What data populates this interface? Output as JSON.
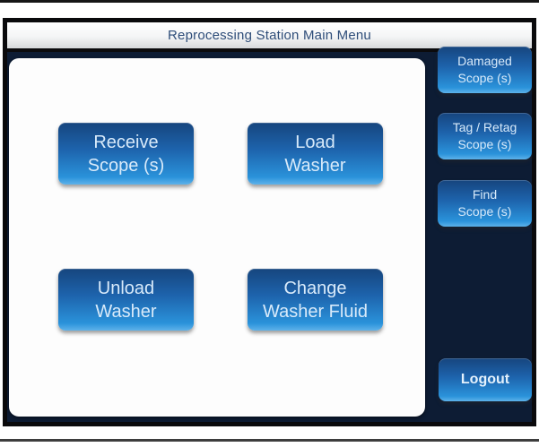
{
  "window": {
    "title": "Reprocessing Station Main Menu"
  },
  "main_buttons": [
    {
      "name": "receive-scopes",
      "line1": "Receive",
      "line2": "Scope (s)"
    },
    {
      "name": "load-washer",
      "line1": "Load",
      "line2": "Washer"
    },
    {
      "name": "unload-washer",
      "line1": "Unload",
      "line2": "Washer"
    },
    {
      "name": "change-washer-fluid",
      "line1": "Change",
      "line2": "Washer Fluid"
    }
  ],
  "sidebar_buttons": [
    {
      "name": "damaged-scopes",
      "line1": "Damaged",
      "line2": "Scope (s)"
    },
    {
      "name": "tag-retag-scopes",
      "line1": "Tag / Retag",
      "line2": "Scope (s)"
    },
    {
      "name": "find-scopes",
      "line1": "Find",
      "line2": "Scope (s)"
    }
  ],
  "logout": {
    "label": "Logout"
  },
  "colors": {
    "button_gradient_top": "#16457e",
    "button_gradient_bottom": "#5db2ea",
    "button_text": "#d8eafa",
    "window_body": "#0d1c34",
    "window_border": "#0a0a0c",
    "title_text": "#2e4d79",
    "title_bar_top": "#ffffff",
    "title_bar_bottom": "#d7d9db",
    "panel_background": "#fdfdfd"
  }
}
